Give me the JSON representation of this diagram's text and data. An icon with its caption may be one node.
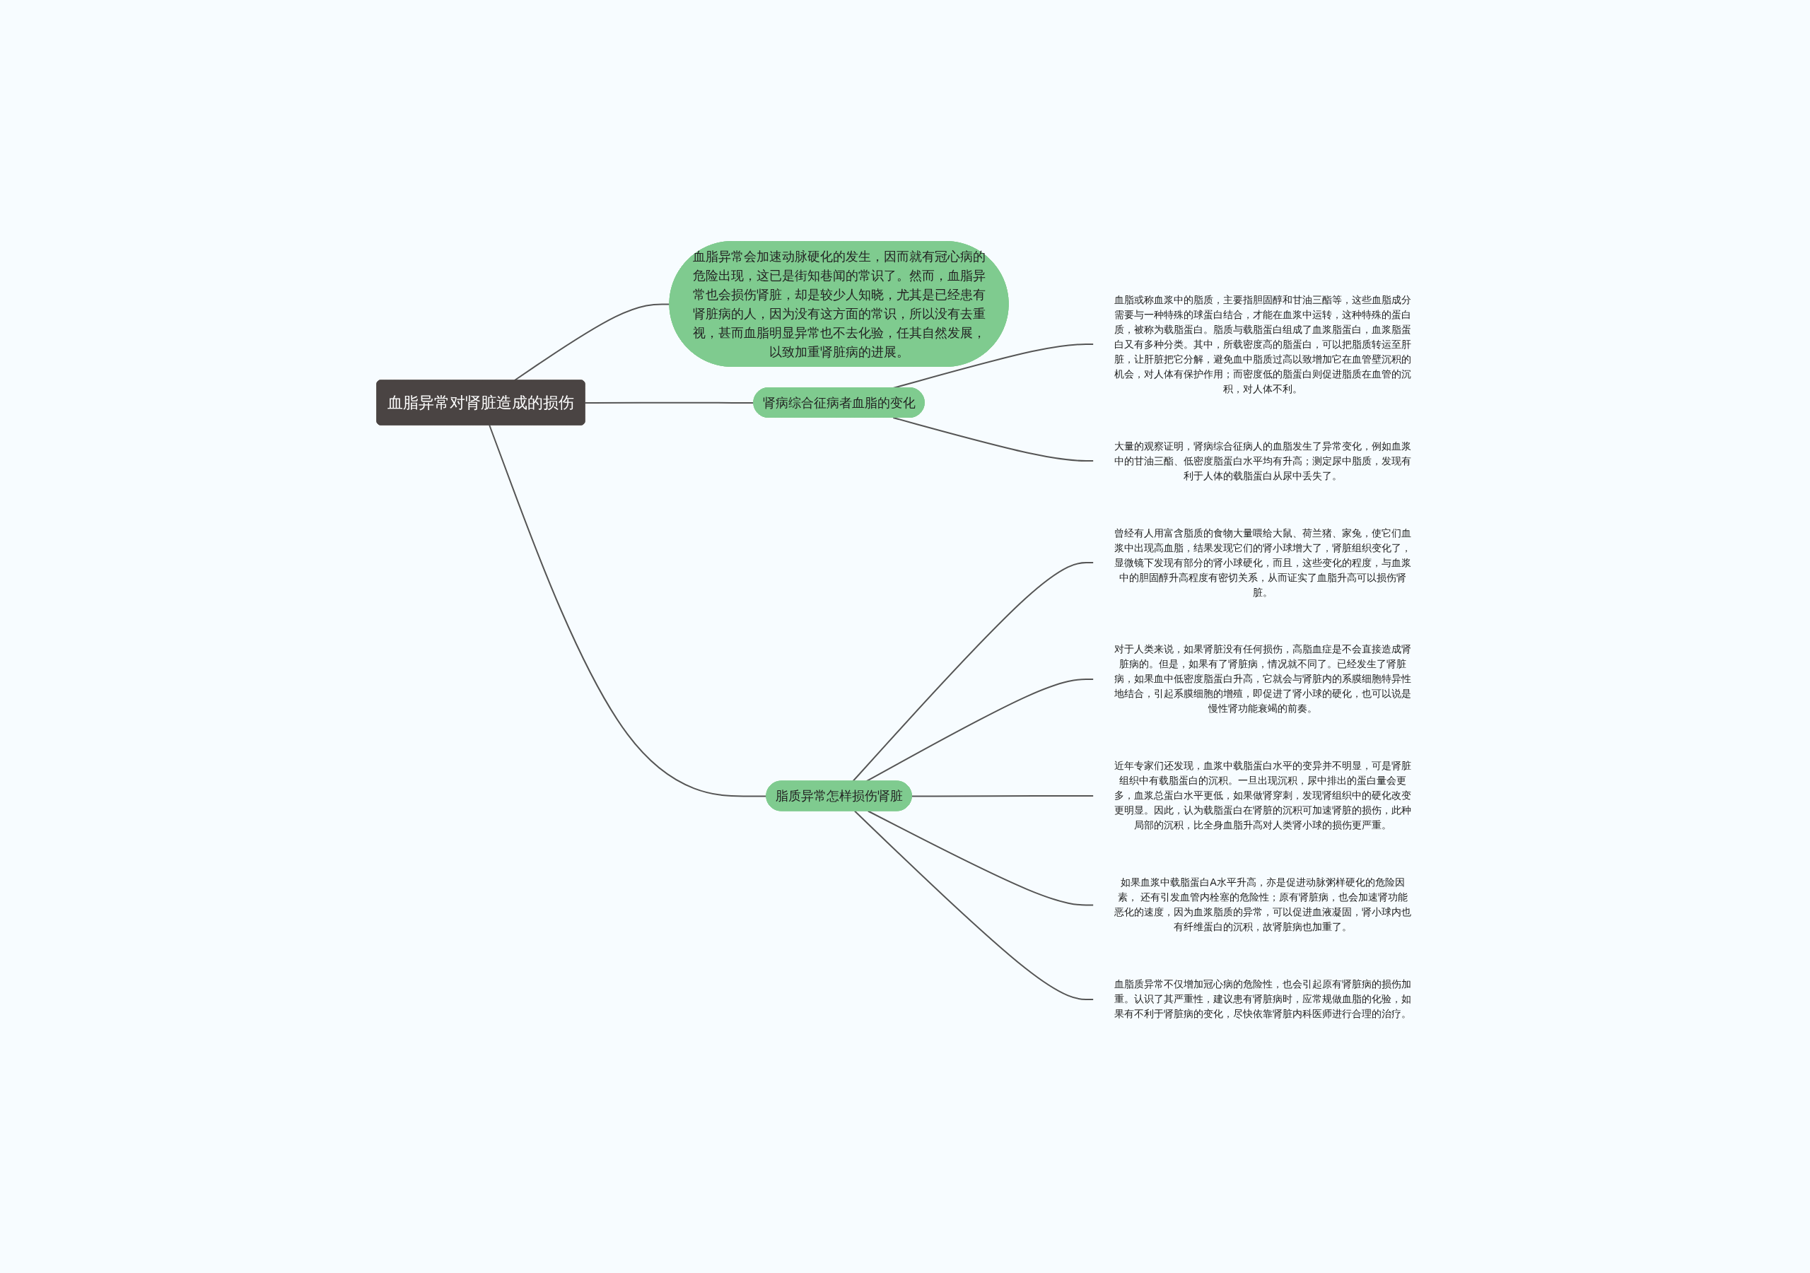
{
  "diagram": {
    "nodes": [
      {
        "text": [
          "血脂异常对肾脏造成的损伤"
        ]
      },
      {
        "text": [
          "血脂异常会加速动脉硬化的发生，因而就有冠心病的危险出现，这已是街知巷闻的常识了。然而，血脂异常也会损伤肾脏，却是较少人知晓，尤其是已经患有肾脏病的人，因为没有这方面的常识，所以没有去重视，甚而血脂明显异常也不去化验，任其自然发展，以致加重肾脏病的进展。"
        ]
      },
      {
        "text": [
          "肾病综合征病者血脂的变化"
        ]
      },
      {
        "text": [
          "血脂或称血浆中的脂质，主要指胆固醇和甘油三酯等，这些血脂成分需要与一种特殊的球蛋白结合，才能在血浆中运转，这种特殊的蛋白质，被称为载脂蛋白。脂质与载脂蛋白组成了血浆脂蛋白，血浆脂蛋白又有多种分类。其中，所载密度高的脂蛋白，可以把脂质转运至肝脏，让肝脏把它分解，避免血中脂质过高以致增加它在血管壁沉积的机会，对人体有保护作用；而密度低的脂蛋白则促进脂质在血管的沉积，对人体不利。"
        ]
      },
      {
        "text": [
          "大量的观察证明，肾病综合征病人的血脂发生了异常变化，例如血浆中的甘油三酯、低密度脂蛋白水平均有升高；测定尿中脂质，发现有利于人体的载脂蛋白从尿中丢失了。"
        ]
      },
      {
        "text": [
          "脂质异常怎样损伤肾脏"
        ]
      },
      {
        "text": [
          "曾经有人用富含脂质的食物大量喂给大鼠、荷兰猪、家兔，使它们血浆中出现高血脂，结果发现它们的肾小球增大了，肾脏组织变化了，显微镜下发现有部分的肾小球硬化，而且，这些变化的程度，与血浆中的胆固醇升高程度有密切关系，从而证实了血脂升高可以损伤肾脏。"
        ]
      },
      {
        "text": [
          "对于人类来说，如果肾脏没有任何损伤，高脂血症是不会直接造成肾脏病的。但是，如果有了肾脏病，情况就不同了。已经发生了肾脏病，如果血中低密度脂蛋白升高，它就会与肾脏内的系膜细胞特异性地结合，引起系膜细胞的增殖，即促进了肾小球的硬化，也可以说是慢性肾功能衰竭的前奏。"
        ]
      },
      {
        "text": [
          "近年专家们还发现，血浆中载脂蛋白水平的变异并不明显，可是肾脏组织中有载脂蛋白的沉积。一旦出现沉积，尿中排出的蛋白量会更多，血浆总蛋白水平更低，如果做肾穿刺，发现肾组织中的硬化改变更明显。因此，认为载脂蛋白在肾脏的沉积可加速肾脏的损伤，此种局部的沉积，比全身血脂升高对人类肾小球的损伤更严重。"
        ]
      },
      {
        "text": [
          "如果血浆中载脂蛋白A水平升高，亦是促进动脉粥样硬化的危险因素， 还有引发血管内栓塞的危险性；原有肾脏病，也会加速肾功能恶化的速度，因为血浆脂质的异常，可以促进血液凝固，肾小球内也有纤维蛋白的沉积，故肾脏病也加重了。"
        ]
      },
      {
        "text": [
          "血脂质异常不仅增加冠心病的危险性，也会引起原有肾脏病的损伤加重。认识了其严重性，建议患有肾脏病时，应常规做血脂的化验，如果有不利于肾脏病的变化，尽快依靠肾脏内科医师进行合理的治疗。"
        ]
      }
    ],
    "edges": [
      {
        "from": 0,
        "to": 1,
        "arrow": "none"
      },
      {
        "from": 0,
        "to": 2,
        "arrow": "none"
      },
      {
        "from": 0,
        "to": 5,
        "arrow": "none"
      },
      {
        "from": 2,
        "to": 3,
        "arrow": "none"
      },
      {
        "from": 2,
        "to": 4,
        "arrow": "none"
      },
      {
        "from": 5,
        "to": 6,
        "arrow": "none"
      },
      {
        "from": 5,
        "to": 7,
        "arrow": "none"
      },
      {
        "from": 5,
        "to": 8,
        "arrow": "none"
      },
      {
        "from": 5,
        "to": 9,
        "arrow": "none"
      },
      {
        "from": 5,
        "to": 10,
        "arrow": "none"
      }
    ]
  }
}
